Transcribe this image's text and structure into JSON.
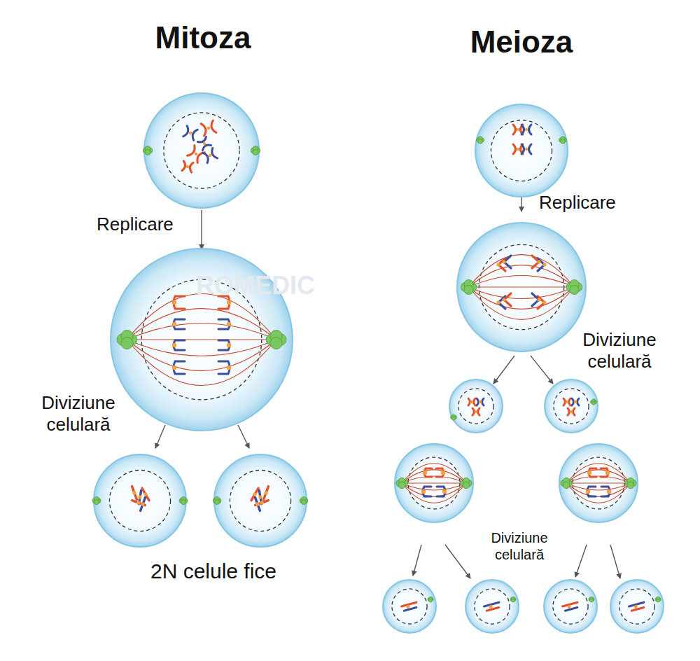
{
  "diagram": {
    "labels": [
      "Mitoza",
      "Meioza",
      "Replicare",
      "Replicare",
      "Diviziune celulară",
      "Diviziune celulară",
      "Diviziune celulară",
      "2N celule fice",
      "ROMEDIC"
    ]
  }
}
